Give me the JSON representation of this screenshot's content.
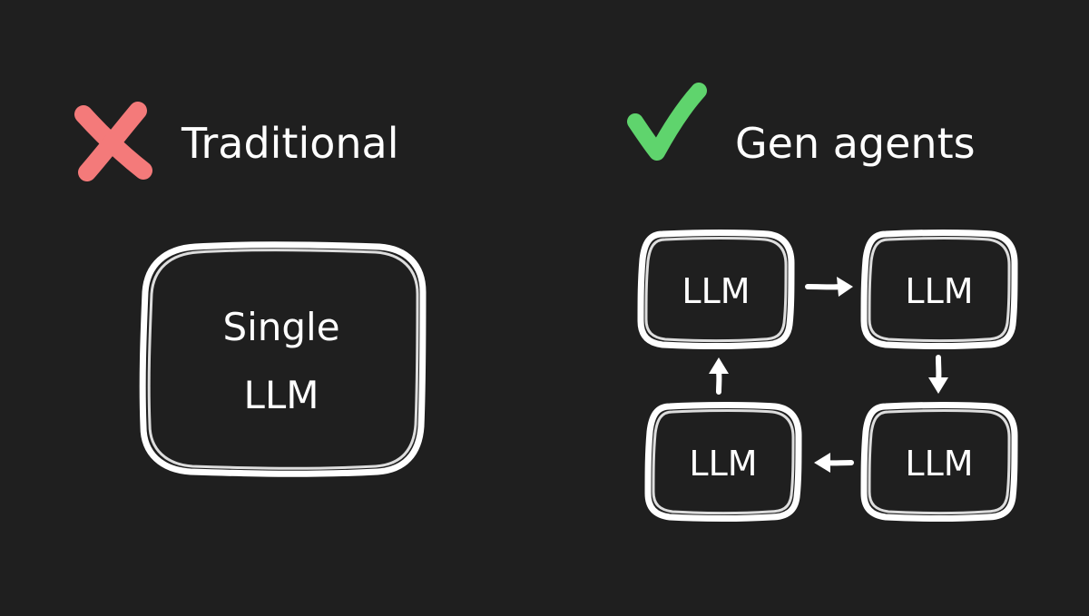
{
  "colors": {
    "background": "#1f1f1f",
    "stroke": "#ffffff",
    "cross": "#f47a7a",
    "check": "#5fd46d"
  },
  "left_panel": {
    "icon": "cross-icon",
    "heading": "Traditional",
    "box_label_line1": "Single",
    "box_label_line2": "LLM"
  },
  "right_panel": {
    "icon": "check-icon",
    "heading": "Gen agents",
    "nodes": [
      {
        "id": "top-left",
        "label": "LLM"
      },
      {
        "id": "top-right",
        "label": "LLM"
      },
      {
        "id": "bottom-right",
        "label": "LLM"
      },
      {
        "id": "bottom-left",
        "label": "LLM"
      }
    ],
    "edges": [
      {
        "from": "top-left",
        "to": "top-right"
      },
      {
        "from": "top-right",
        "to": "bottom-right"
      },
      {
        "from": "bottom-right",
        "to": "bottom-left"
      },
      {
        "from": "bottom-left",
        "to": "top-left"
      }
    ]
  }
}
